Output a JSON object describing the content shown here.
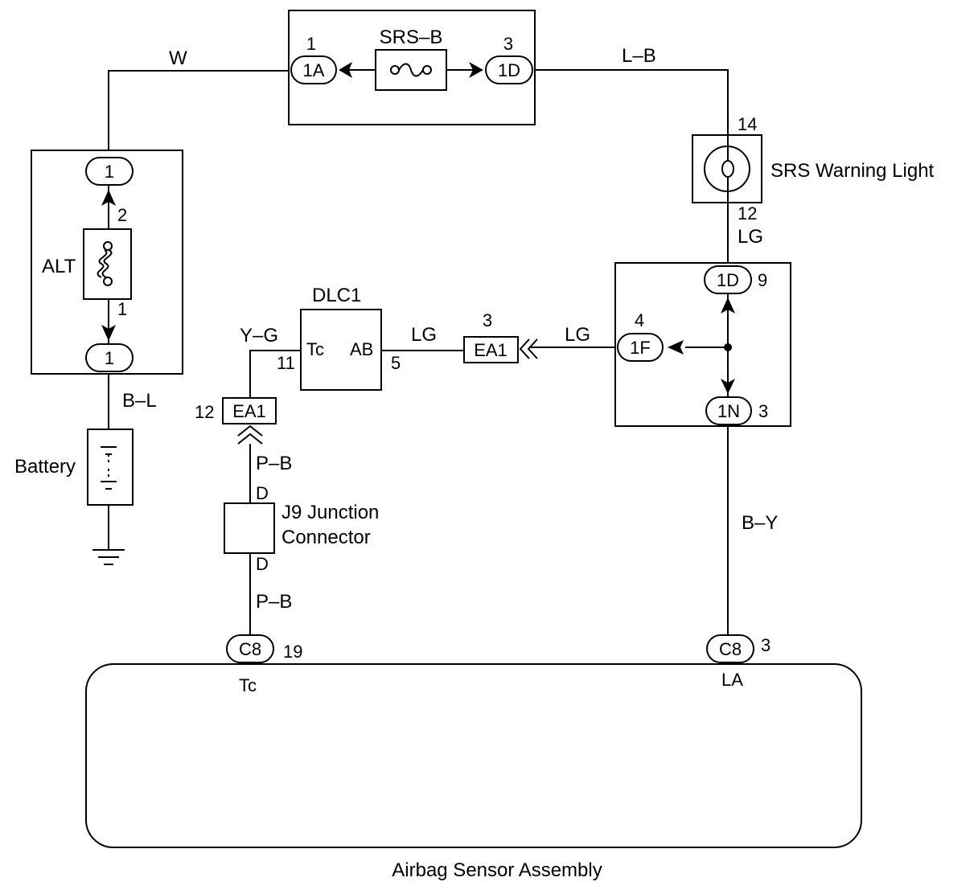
{
  "fuse_box": {
    "fuse_name": "SRS–B",
    "left_pin": "1",
    "left_connector": "1A",
    "right_pin": "3",
    "right_connector": "1D"
  },
  "wires": {
    "w_top_left": "W",
    "lb_top_right": "L–B",
    "bl_battery": "B–L",
    "yg": "Y–G",
    "lg_dlc": "LG",
    "lg_mid": "LG",
    "lg_light": "LG",
    "pb_upper": "P–B",
    "pb_lower": "P–B",
    "by": "B–Y"
  },
  "alt": {
    "label": "ALT",
    "top_connector": "1",
    "bottom_connector": "1",
    "top_pin": "2",
    "bottom_pin": "1"
  },
  "battery": {
    "label": "Battery"
  },
  "warning_light": {
    "label": "SRS Warning Light",
    "pin_top": "14",
    "pin_bottom": "12"
  },
  "junction_block": {
    "top_connector": "1D",
    "top_pin": "9",
    "left_connector": "1F",
    "left_pin": "4",
    "bottom_connector": "1N",
    "bottom_pin": "3"
  },
  "dlc1": {
    "label": "DLC1",
    "tc_label": "Tc",
    "ab_label": "AB",
    "tc_pin": "11",
    "ab_pin": "5"
  },
  "ea1_mid": {
    "connector": "EA1",
    "pin": "3"
  },
  "ea1_left": {
    "connector": "EA1",
    "pin": "12"
  },
  "j9": {
    "line1": "J9 Junction",
    "line2": "Connector",
    "pin_top": "D",
    "pin_bottom": "D"
  },
  "sensor": {
    "label": "Airbag Sensor Assembly",
    "left_connector": "C8",
    "left_pin": "19",
    "left_terminal": "Tc",
    "right_connector": "C8",
    "right_pin": "3",
    "right_terminal": "LA"
  }
}
